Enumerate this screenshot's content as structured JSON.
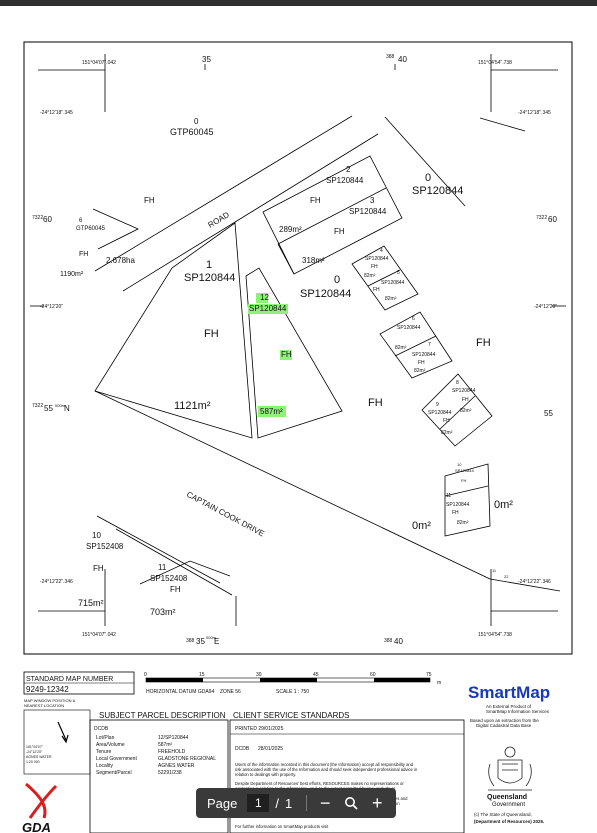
{
  "map": {
    "coords": {
      "tl_lon": "151°04'07\".042",
      "tr_lon": "151°04'54\".738",
      "bl_lon": "151°04'07\".042",
      "br_lon": "151°04'54\".738",
      "top_lat_left": "-24°12'18\".345",
      "top_lat_right": "-24°12'18\".345",
      "bot_lat_left": "-24°12'22\".346",
      "bot_lat_right": "-24°12'22\".346",
      "mid_lat_left": "-24°12'20\"",
      "mid_lat_right": "-24°12'20\"",
      "top_tick_35": "35",
      "top_tick_388": "388",
      "top_tick_40": "40",
      "left_7322": "7322",
      "left_60": "60",
      "right_7322": "7322",
      "right_60": "60",
      "left_7322_b": "7322",
      "left_55N": "55",
      "left_55N_sup": "000m",
      "left_N": "N",
      "right_55": "55",
      "bot_388a": "388",
      "bot_35E": "35",
      "bot_35E_sup": "000m",
      "bot_E": "E",
      "bot_388b": "388",
      "bot_40": "40"
    },
    "labels": {
      "gtp60045_num": "0",
      "gtp60045": "GTP60045",
      "fh_a": "FH",
      "road": "ROAD",
      "gtp_6": "6",
      "gtp60045_b": "GTP60045",
      "fh_b": "FH",
      "area_2678": "2.678ha",
      "area_1190": "1190m²",
      "lot1_num": "1",
      "lot1_plan": "SP120844",
      "fh_c": "FH",
      "area_1121": "1121m²",
      "lot2_num": "2",
      "lot2_plan": "SP120844",
      "lot2_fh": "FH",
      "lot2_area": "289m²",
      "lot3_num": "3",
      "lot3_plan": "SP120844",
      "lot3_fh": "FH",
      "lot3_area": "318m²",
      "lot0_right_num": "0",
      "lot0_right_plan": "SP120844",
      "lot0_mid_num": "0",
      "lot0_mid_plan": "SP120844",
      "lot4_num": "4",
      "lot4_plan": "SP120844",
      "lot4_fh": "FH",
      "lot4_area": "82m²",
      "lot5_num": "5",
      "lot5_plan": "SP120844",
      "lot5_fh": "FH",
      "lot5_area": "82m²",
      "lot6_num": "6",
      "lot6_plan": "SP120844",
      "lot6_area": "82m²",
      "lot7_num": "7",
      "lot7_plan": "SP120844",
      "lot7_fh": "FH",
      "lot7_area": "82m²",
      "fh_d": "FH",
      "fh_e": "FH",
      "lot8_num": "8",
      "lot8_plan": "SP120844",
      "lot8_fh": "FH",
      "lot8_area": "82m²",
      "lot9_num": "9",
      "lot9_plan": "SP120844",
      "lot9_fh": "FH",
      "lot9_area": "82m²",
      "lot12_num": "12",
      "lot12_plan": "SP120844",
      "lot12_fh": "FH",
      "lot12_area": "587m²",
      "lot10t_num": "10",
      "lot10t_plan": "SP120844",
      "lot10t_fh": "FH",
      "lot11r_num": "11",
      "lot11r_plan": "SP120844",
      "lot11r_fh": "FH",
      "lot11r_area": "82m²",
      "area_0m_right": "0m²",
      "area_0m_mid": "0m²",
      "captain_cook": "CAPTAIN COOK DRIVE",
      "lot10_num": "10",
      "lot10_plan": "SP152408",
      "fh_f": "FH",
      "lot11_num": "11",
      "lot11_plan": "SP152408",
      "fh_g": "FH",
      "area_715": "715m²",
      "area_703": "703m²",
      "small_11": "11",
      "small_22": "22"
    }
  },
  "footer": {
    "std_map_label": "STANDARD MAP NUMBER",
    "std_map_number": "9249-12342",
    "scale_ticks": [
      "0",
      "15",
      "30",
      "45",
      "60",
      "75"
    ],
    "scale_unit": "m",
    "horizontal_datum": "HORIZONTAL DATUM GDA94",
    "zone": "ZONE 56",
    "scale": "SCALE 1 : 750",
    "window_label_1": "MAP WINDOW POSITION &",
    "window_label_2": "NEAREST LOCATION",
    "window_loc": [
      "151°04'07\"",
      "-24°12'20\"",
      "AGNES WATER",
      "1:20 000"
    ],
    "subject_title": "SUBJECT PARCEL DESCRIPTION",
    "parcel_header": "DCDB",
    "parcel_keys": [
      "Lot/Plan",
      "Area/Volume",
      "Tenure",
      "Local Government",
      "Locality",
      "Segment/Parcel"
    ],
    "parcel_vals": [
      "12/SP120844",
      "587m²",
      "FREEHOLD",
      "GLADSTONE REGIONAL",
      "AGNES WATER",
      "52291/238"
    ],
    "client_title": "CLIENT SERVICE STANDARDS",
    "printed": "PRINTED 29/01/2025",
    "dcdb": "DCDB",
    "dcdb_date": "28/01/2025",
    "disclaimer_1": "Users of the information recorded in this document (the Information) accept all responsibility and",
    "disclaimer_2": "risk associated with the use of the Information and should seek independent professional advice in",
    "disclaimer_3": "relation to dealings with property.",
    "disclaimer_4": "Despite Department of Resources' best efforts, RESOURCES makes no representations or",
    "disclaimer_5": "warranties in relation to the Information, and, to the extent permitted by law, exclude or",
    "disclaimer_6": "limit all warranties relating to correctness, accuracy, reliability, completeness or",
    "disclaimer_7": "currency and all liability for any direct, indirect and consequential costs, losses, damages and",
    "disclaimer_8": "expenses incurred in any way (including but not limited to that arising from negligence) in",
    "disclaimer_9": "connection with any use of or reliance on the Information.",
    "further_info": "For further information on SmartMap products visit",
    "smartmap": "SmartMap",
    "product_1": "An External Product of",
    "product_2": "SmartMap Information Services",
    "based_1": "Based upon an extraction from the",
    "based_2": "Digital Cadastral Data Base",
    "qld_1": "Queensland",
    "qld_2": "Government",
    "copyright": "(c) The State of Queensland,",
    "dept": "(Department of Resources) 2025.",
    "gda": "GDA"
  },
  "toolbar": {
    "page_label": "Page",
    "current_page": "1",
    "separator": "/",
    "total_pages": "1",
    "zoom_out_label": "−",
    "zoom_in_label": "+"
  },
  "colors": {
    "highlight": "#8ff07a",
    "gda_red": "#d81e1e",
    "smartmap_blue": "#1a39b5",
    "toolbar_bg": "#3a3a3a"
  }
}
